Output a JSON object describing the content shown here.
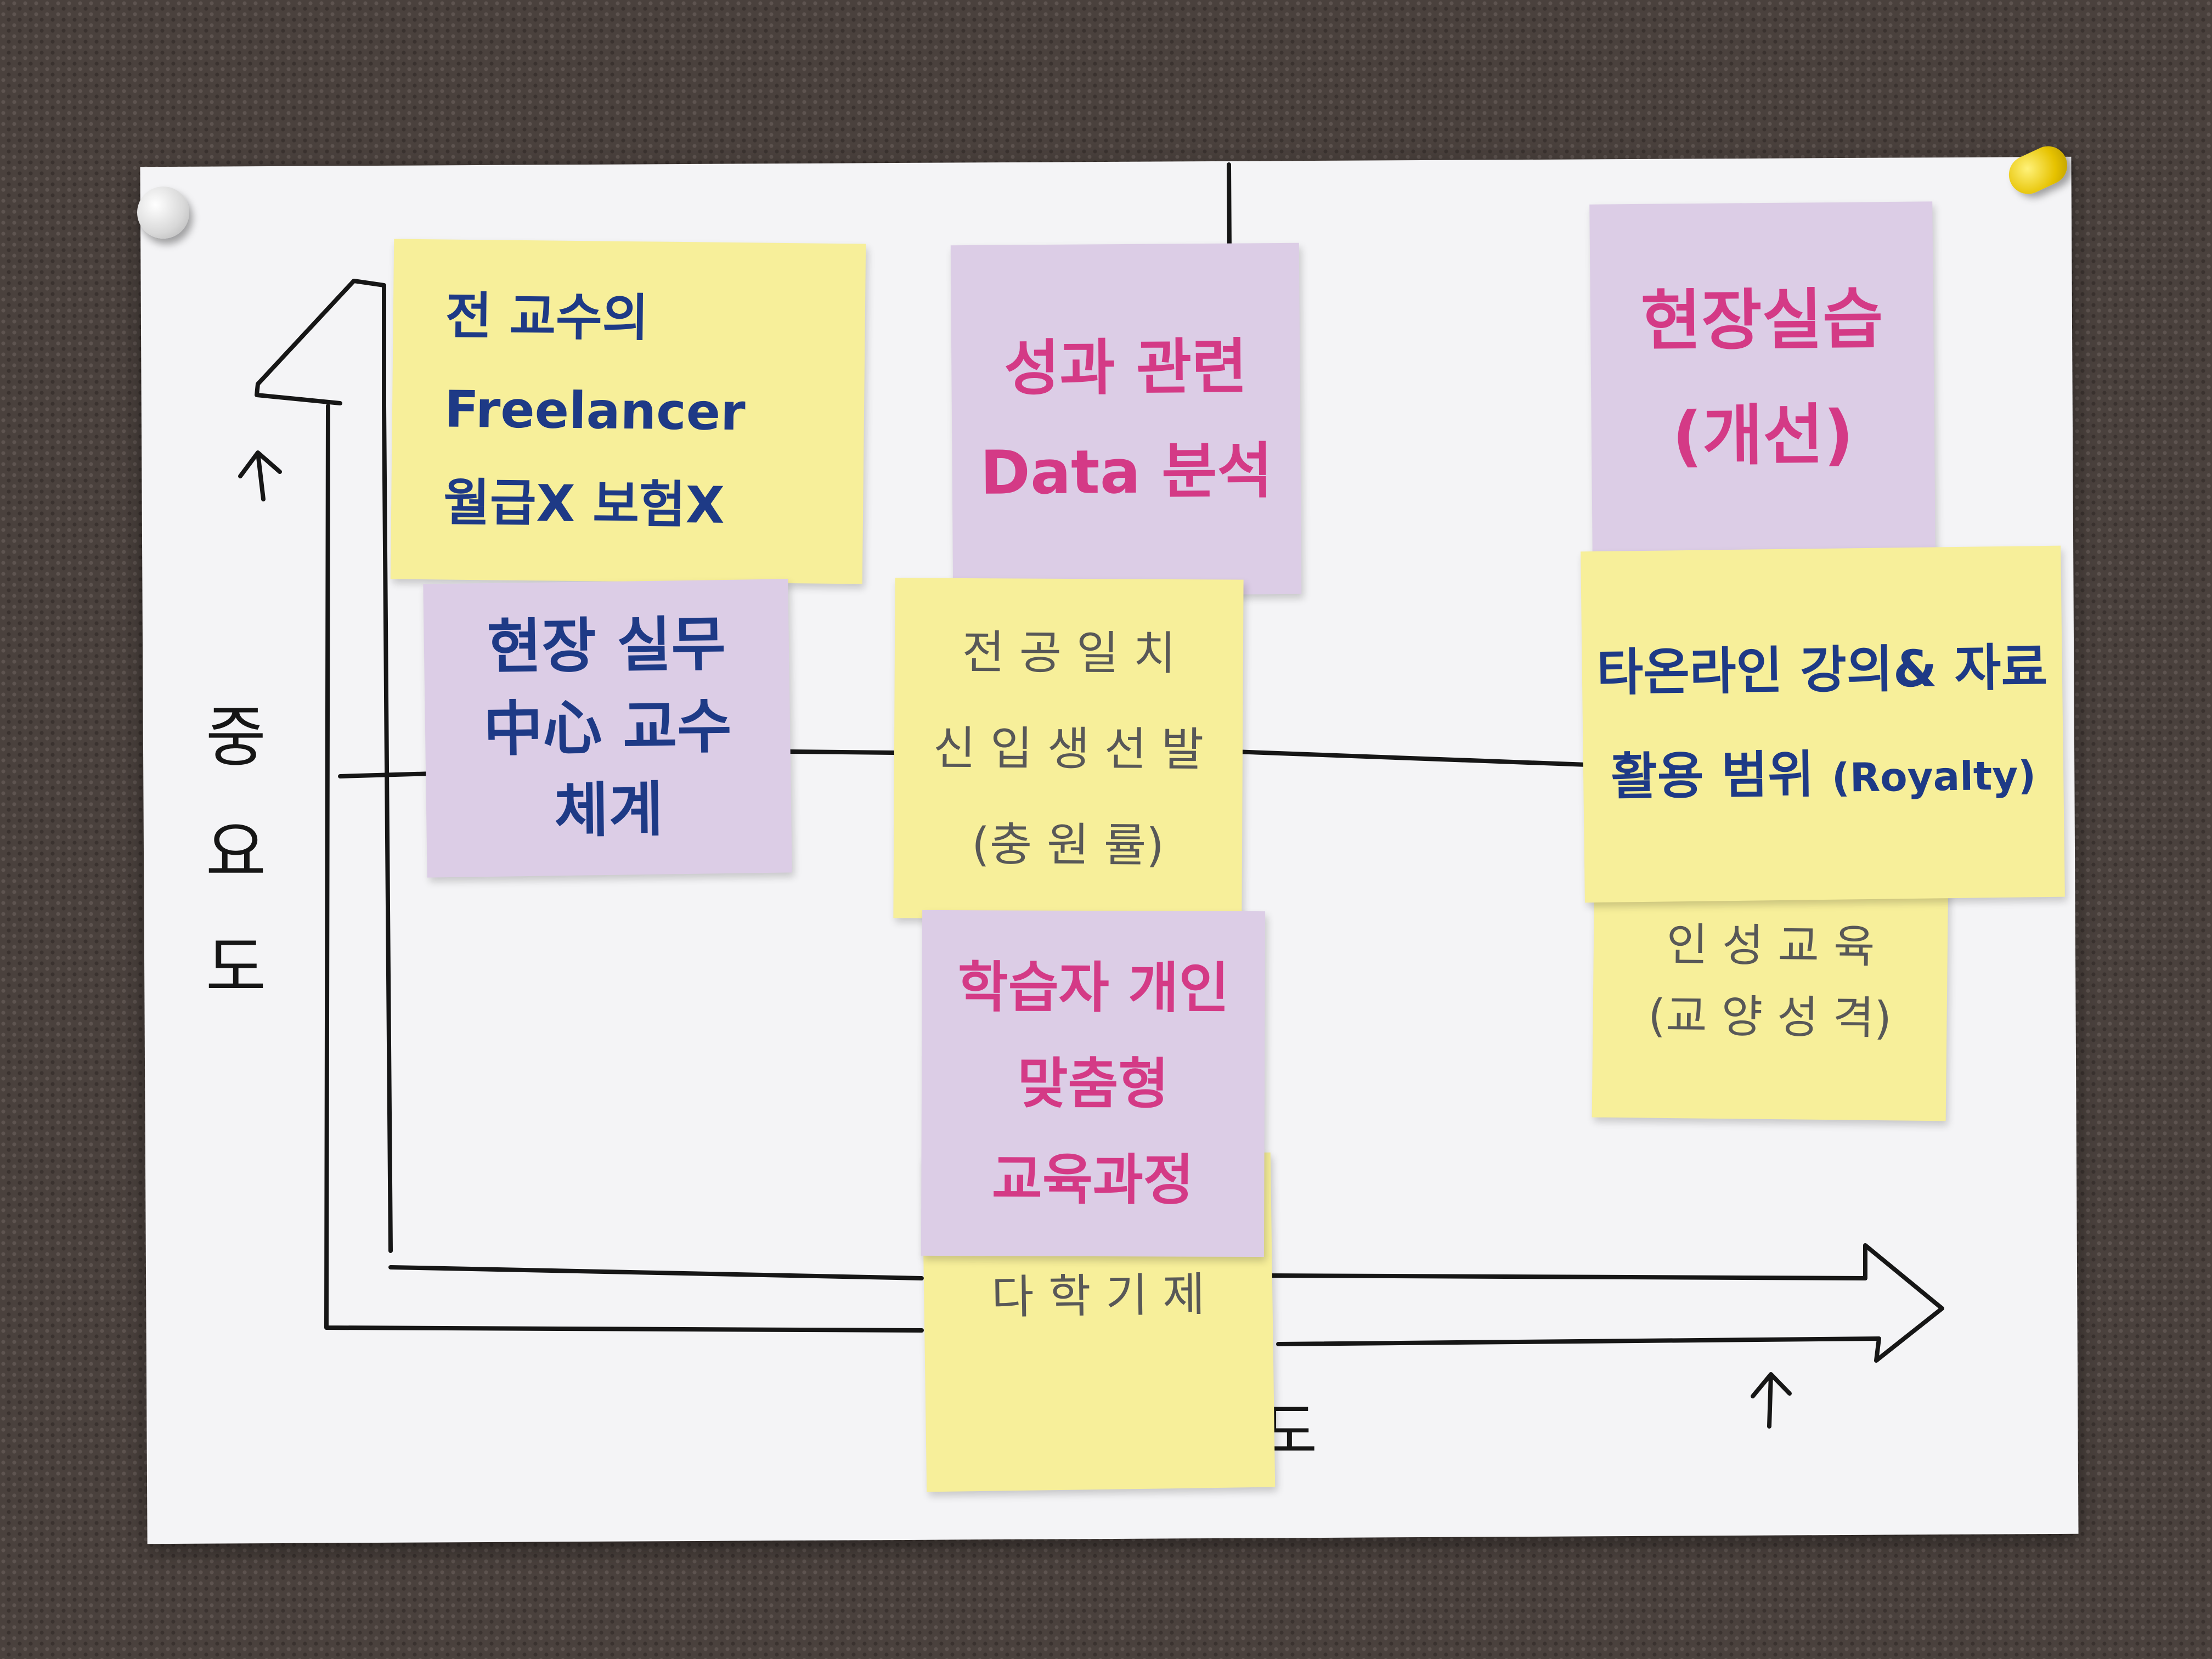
{
  "axis": {
    "y_label": [
      "중",
      "요",
      "도"
    ],
    "x_label_fragment": "도"
  },
  "notes": {
    "n1": [
      "전 교수의",
      "Freelancer",
      "월급X 보험X"
    ],
    "n2": [
      "현장 실무",
      "中心 교수",
      "체계"
    ],
    "n3": [
      "성과 관련",
      "Data 분석"
    ],
    "n4": [
      "전 공 일 치",
      "신 입 생 선 발",
      "(충 원 률)"
    ],
    "n5": [
      "학습자 개인",
      "맞춤형",
      "교육과정"
    ],
    "n6": "다 학 기 제",
    "n7": [
      "현장실습",
      "(개선)"
    ],
    "n8": [
      "타온라인 강의& 자료",
      "활용 범위",
      "(Royalty)"
    ],
    "n9": [
      "인 성 교 육",
      "(교 양 성 격)"
    ]
  },
  "colors": {
    "note_yellow": "#f7ef9a",
    "note_purple": "#dccde6",
    "ink_blue": "#1e3a86",
    "ink_pink": "#d43a86",
    "ink_gray": "#585858"
  }
}
